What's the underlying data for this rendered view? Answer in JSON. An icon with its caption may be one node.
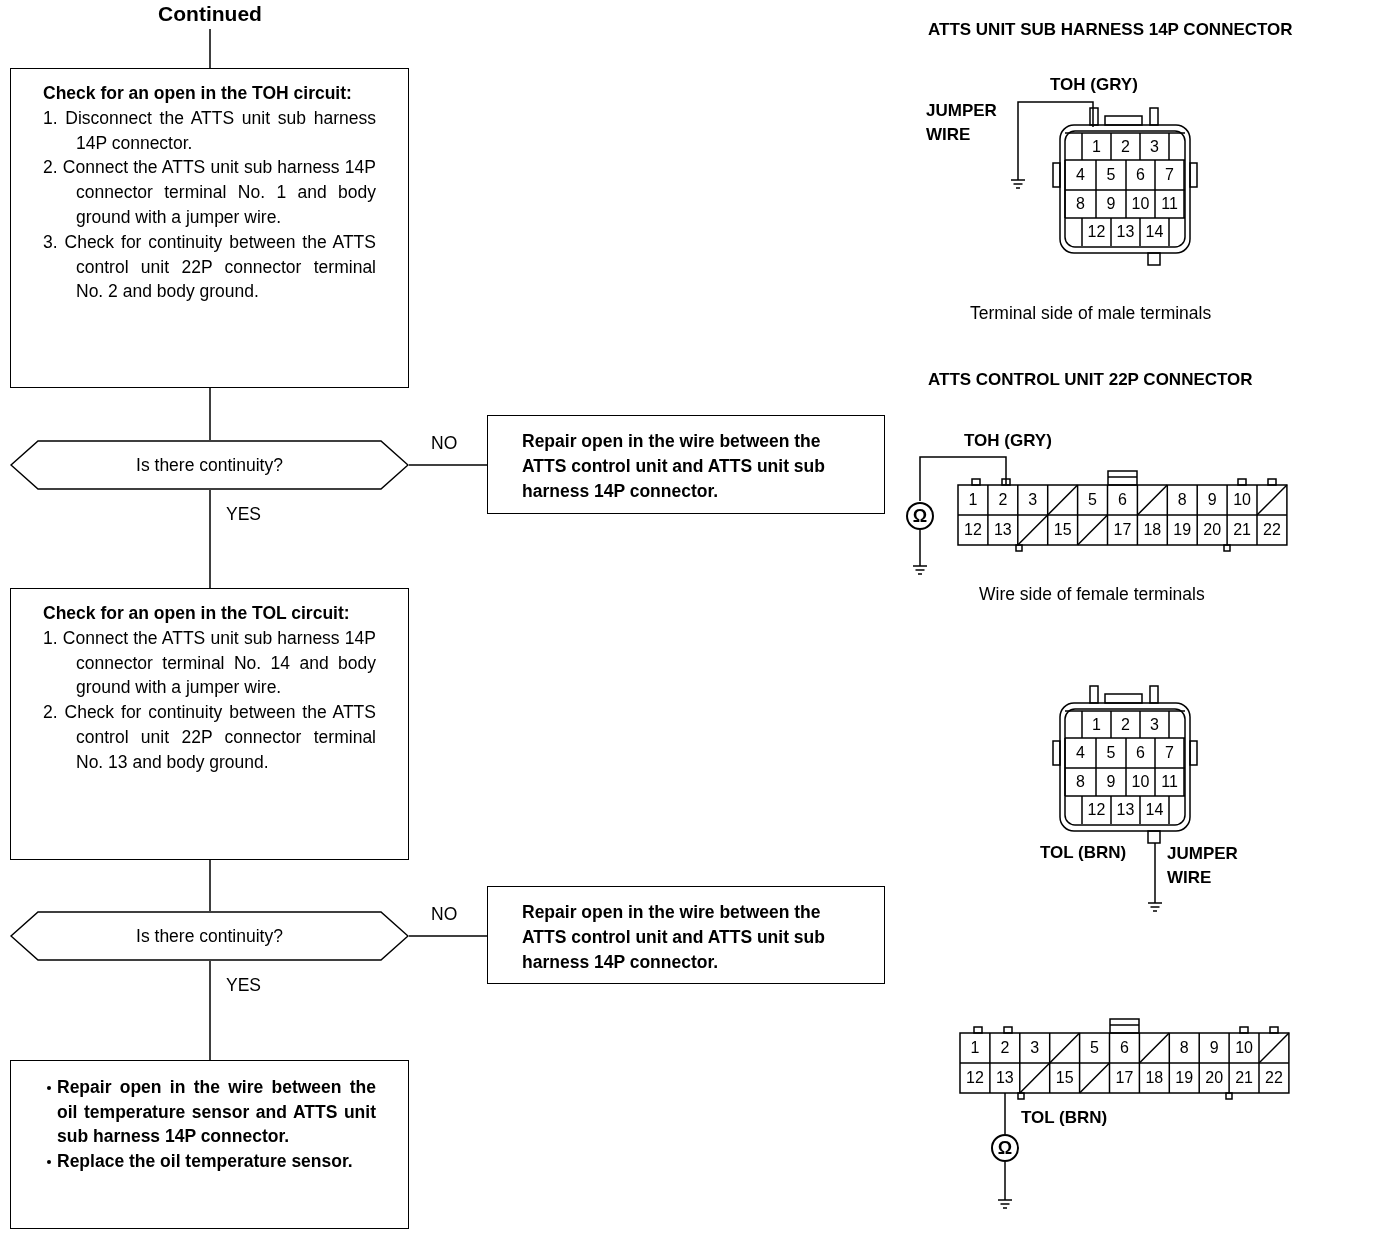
{
  "diagram": {
    "nodes": [
      {
        "text": [
          "Continued"
        ]
      },
      {
        "text": [
          "Check for an open in the TOH circuit:",
          "1. Disconnect the ATTS unit sub harness 14P connector.",
          "2. Connect the ATTS unit sub harness 14P connector terminal No. 1 and body ground with a jumper wire.",
          "3. Check for continuity between the ATTS control unit 22P connector terminal No. 2 and body ground."
        ]
      },
      {
        "text": [
          "Is there continuity?"
        ]
      },
      {
        "text": [
          "Repair open in the wire between the ATTS control unit and ATTS unit sub harness 14P connector."
        ]
      },
      {
        "text": [
          "Check for an open in the TOL circuit:",
          "1. Connect the ATTS unit sub harness 14P connector terminal No. 14 and body ground with a jumper wire.",
          "2. Check for continuity between the ATTS control unit 22P connector terminal No. 13 and body ground."
        ]
      },
      {
        "text": [
          "Is there continuity?"
        ]
      },
      {
        "text": [
          "Repair open in the wire between the ATTS control unit and ATTS unit sub harness 14P connector."
        ]
      },
      {
        "text": [
          "Repair open in the wire between the oil temperature sensor and ATTS unit sub harness 14P connector.",
          "Replace the oil temperature sensor."
        ]
      }
    ],
    "edges": [
      {
        "from": 0,
        "to": 1,
        "arrow": "none"
      },
      {
        "from": 1,
        "to": 2,
        "arrow": "none"
      },
      {
        "from": 2,
        "to": 3,
        "arrow": "none",
        "label": "NO"
      },
      {
        "from": 2,
        "to": 4,
        "arrow": "none",
        "label": "YES"
      },
      {
        "from": 4,
        "to": 5,
        "arrow": "none"
      },
      {
        "from": 5,
        "to": 6,
        "arrow": "none",
        "label": "NO"
      },
      {
        "from": 5,
        "to": 7,
        "arrow": "none",
        "label": "YES"
      }
    ],
    "labels": [
      "ATTS UNIT SUB HARNESS 14P CONNECTOR",
      "TOH (GRY)",
      "JUMPER WIRE",
      "1",
      "2",
      "3",
      "4",
      "5",
      "6",
      "7",
      "8",
      "9",
      "10",
      "11",
      "12",
      "13",
      "14",
      "Terminal side of male terminals",
      "ATTS CONTROL UNIT 22P CONNECTOR",
      "TOH (GRY)",
      "Ω",
      "1",
      "2",
      "3",
      "5",
      "6",
      "8",
      "9",
      "10",
      "12",
      "13",
      "15",
      "17",
      "18",
      "19",
      "20",
      "21",
      "22",
      "Wire side of female terminals",
      "1",
      "2",
      "3",
      "4",
      "5",
      "6",
      "7",
      "8",
      "9",
      "10",
      "11",
      "12",
      "13",
      "14",
      "TOL (BRN)",
      "JUMPER WIRE",
      "1",
      "2",
      "3",
      "5",
      "6",
      "8",
      "9",
      "10",
      "12",
      "13",
      "15",
      "17",
      "18",
      "19",
      "20",
      "21",
      "22",
      "TOL (BRN)",
      "Ω"
    ]
  }
}
